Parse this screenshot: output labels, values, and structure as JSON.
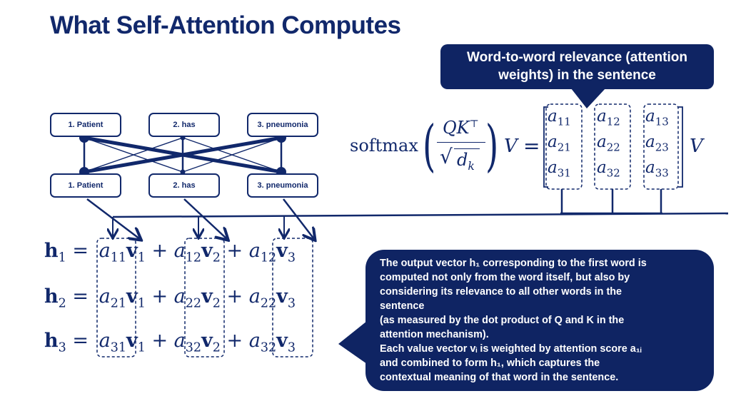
{
  "title": "What Self-Attention Computes",
  "top_callout": {
    "line1": "Word-to-word relevance (attention",
    "line2": "weights) in the sentence"
  },
  "words_top": [
    "1. Patient",
    "2. has",
    "3. pneumonia"
  ],
  "words_bottom": [
    "1. Patient",
    "2. has",
    "3. pneumonia"
  ],
  "formula": {
    "softmax": "softmax",
    "numerator": "QK",
    "transpose": "⊤",
    "denominator": "d",
    "denominator_sub": "k",
    "V": "V",
    "equals": "=",
    "V_right": "V"
  },
  "matrix": [
    [
      "a",
      "11",
      "a",
      "12",
      "a",
      "13"
    ],
    [
      "a",
      "21",
      "a",
      "22",
      "a",
      "23"
    ],
    [
      "a",
      "31",
      "a",
      "32",
      "a",
      "33"
    ]
  ],
  "equations": [
    {
      "h": "h",
      "hs": "1",
      "t1": "a",
      "t1s": "11",
      "v1": "v",
      "v1s": "1",
      "t2": "a",
      "t2s": "12",
      "v2": "v",
      "v2s": "2",
      "t3": "a",
      "t3s": "12",
      "v3": "v",
      "v3s": "3"
    },
    {
      "h": "h",
      "hs": "2",
      "t1": "a",
      "t1s": "21",
      "v1": "v",
      "v1s": "1",
      "t2": "a",
      "t2s": "22",
      "v2": "v",
      "v2s": "2",
      "t3": "a",
      "t3s": "22",
      "v3": "v",
      "v3s": "3"
    },
    {
      "h": "h",
      "hs": "3",
      "t1": "a",
      "t1s": "31",
      "v1": "v",
      "v1s": "1",
      "t2": "a",
      "t2s": "32",
      "v2": "v",
      "v2s": "2",
      "t3": "a",
      "t3s": "32",
      "v3": "v",
      "v3s": "3"
    }
  ],
  "explanation": [
    "The output vector h₁ corresponding to the first word is",
    "computed not only from the word itself,  but also by",
    "considering its relevance to all other words in the",
    "sentence",
    "(as measured by the dot product of Q and K in the",
    "attention mechanism).",
    "Each value vector vᵢ is weighted by attention score a₁ᵢ",
    "and combined to form h₁,  which captures the",
    "contextual meaning of that word in the sentence."
  ],
  "colors": {
    "navy": "#0f2463",
    "text": "#11286b"
  }
}
